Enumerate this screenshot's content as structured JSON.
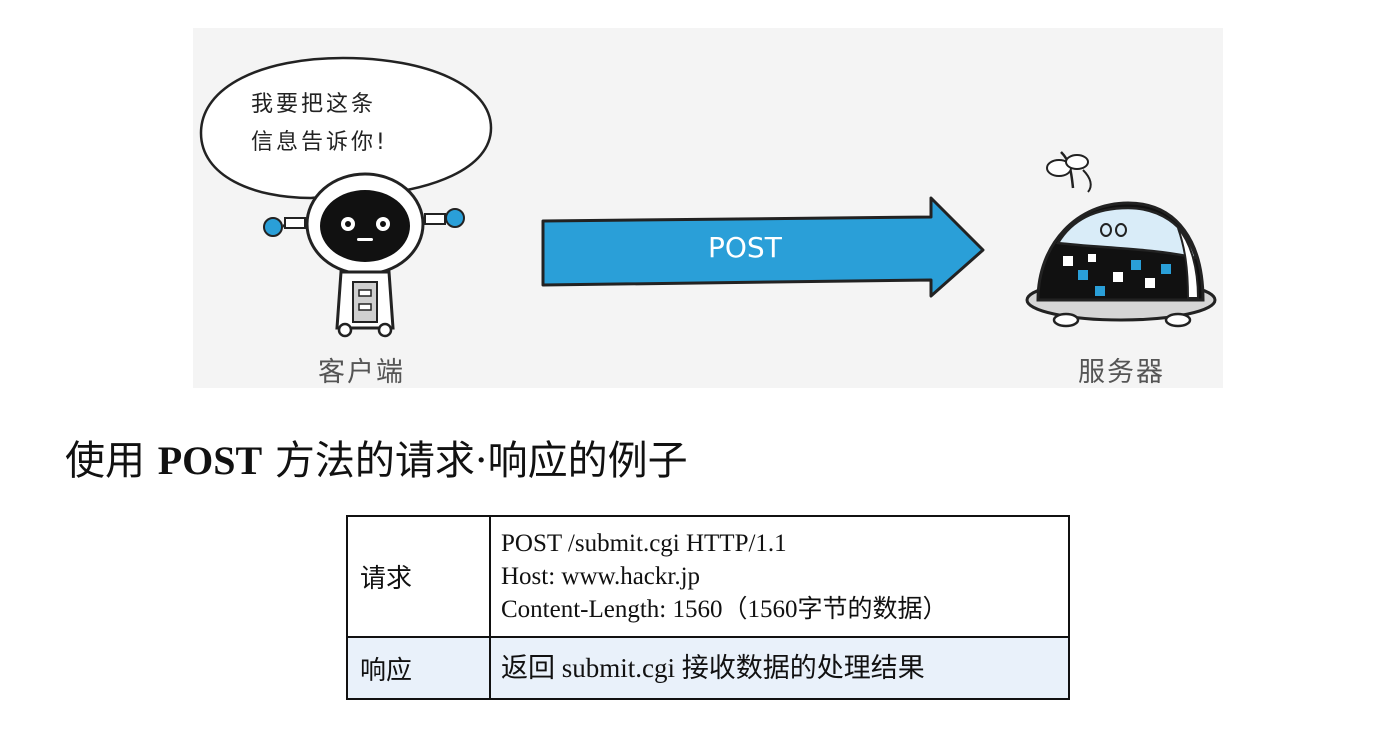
{
  "illustration": {
    "bubble_lines": [
      "我要把这条",
      "信息告诉你!"
    ],
    "client_label": "客户端",
    "server_label": "服务器",
    "arrow_label": "POST",
    "arrow_color": "#2a9fd8",
    "background_color": "#f4f4f4"
  },
  "title": {
    "prefix": "使用",
    "method": "POST",
    "suffix": "方法的请求·响应的例子"
  },
  "table": {
    "request_label": "请求",
    "request_lines": [
      "POST /submit.cgi HTTP/1.1",
      "Host: www.hackr.jp",
      "Content-Length: 1560（1560字节的数据）"
    ],
    "response_label": "响应",
    "response_text": "返回 submit.cgi 接收数据的处理结果",
    "response_row_color": "#e9f1fa"
  }
}
